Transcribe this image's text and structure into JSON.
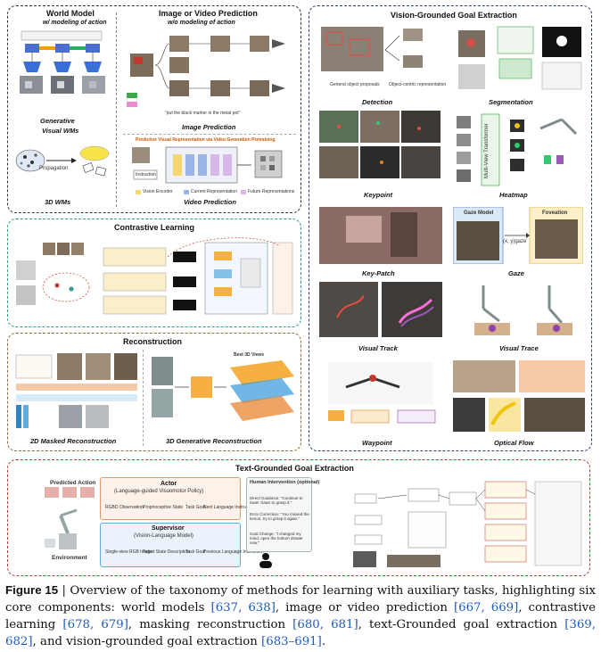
{
  "panels": {
    "world_model": {
      "title": "World Model",
      "subtitle": "w/ modeling of action",
      "caption_generative": "Generative",
      "caption_visual_wms": "Visual WMs",
      "caption_3d": "3D WMs",
      "propagation": "Propagation"
    },
    "image_video": {
      "title": "Image or Video Prediction",
      "subtitle": "w/o modeling of action",
      "caption_image": "Image Prediction",
      "caption_video": "Video Prediction",
      "prompt_text": "\"put the black marker in the metal pot\"",
      "video_title": "Predictive Visual Representation via Video Generation Pretraining",
      "legend_vision": "Vision Encoder",
      "legend_current": "Current Representation",
      "legend_future": "Future Representations",
      "instruction": "Instruction"
    },
    "contrastive": {
      "title": "Contrastive Learning"
    },
    "reconstruction": {
      "title": "Reconstruction",
      "caption_2d": "2D Masked Reconstruction",
      "caption_3d": "3D Generative Reconstruction",
      "best_views": "Best 3D Views"
    },
    "vision_goal": {
      "title": "Vision-Grounded Goal Extraction",
      "items": [
        {
          "label": "Detection"
        },
        {
          "label": "Segmentation"
        },
        {
          "label": "Keypoint"
        },
        {
          "label": "Heatmap"
        },
        {
          "label": "Key-Patch"
        },
        {
          "label": "Gaze"
        },
        {
          "label": "Visual Track"
        },
        {
          "label": "Visual Trace"
        },
        {
          "label": "Waypoint"
        },
        {
          "label": "Optical Flow"
        }
      ],
      "detection_sub1": "General object proposals",
      "detection_sub2": "Object-centric representation",
      "heatmap_transformer": "Multi-View Transformer",
      "gaze_model": "Gaze Model",
      "foveation": "Foveation",
      "gaze_formula": "(x, y)gaze"
    },
    "text_goal": {
      "title": "Text-Grounded Goal Extraction",
      "predicted_action": "Predicted Action",
      "environment": "Environment",
      "actor": "Actor",
      "actor_sub": "(Language-guided Visuomotor Policy)",
      "supervisor": "Supervisor",
      "supervisor_sub": "(Vision-Language Model)",
      "human_intervention": "Human Intervention (optional)",
      "actor_inputs": [
        "RGBD Observation",
        "Proprioceptive State",
        "Task Goal",
        "Next Language Instruction"
      ],
      "supervisor_inputs": [
        "Single-view RGB Image",
        "Robot State Description",
        "Task Goal",
        "Previous Language Instruction"
      ],
      "human_notes": [
        "Direct Guidance: \"Continue to lower claws to grasp it.\"",
        "Error Correction: \"You missed the lemon, try to grasp it again.\"",
        "Goal Change: \"I changed my mind, open the bottom drawer now.\""
      ]
    }
  },
  "figure_caption": {
    "label": "Figure 15",
    "sep": "|",
    "text_1": "Overview of the taxonomy of methods for learning with auxiliary tasks, highlighting six core components: world models ",
    "ref_1": "[637, 638]",
    "text_2": ", image or video prediction ",
    "ref_2": "[667, 669]",
    "text_3": ", contrastive learning ",
    "ref_3": "[678, 679]",
    "text_4": ", masking reconstruction ",
    "ref_4": "[680, 681]",
    "text_5": ", text-Grounded goal extraction ",
    "ref_5": "[369, 682]",
    "text_6": ", and vision-grounded goal extraction ",
    "ref_6": "[683–691]",
    "text_7": "."
  },
  "colors": {
    "panel_border": "#333333",
    "contrastive_border": "#2a9d8f",
    "reconstruction_border": "#8a6b3a",
    "text_goal_border": "#c0392b",
    "vision_border": "#2c3e6b",
    "ref_blue": "#1f5bb8",
    "encoder_blue": "#3b6fd8",
    "generated_pink": "#e98bd0"
  }
}
